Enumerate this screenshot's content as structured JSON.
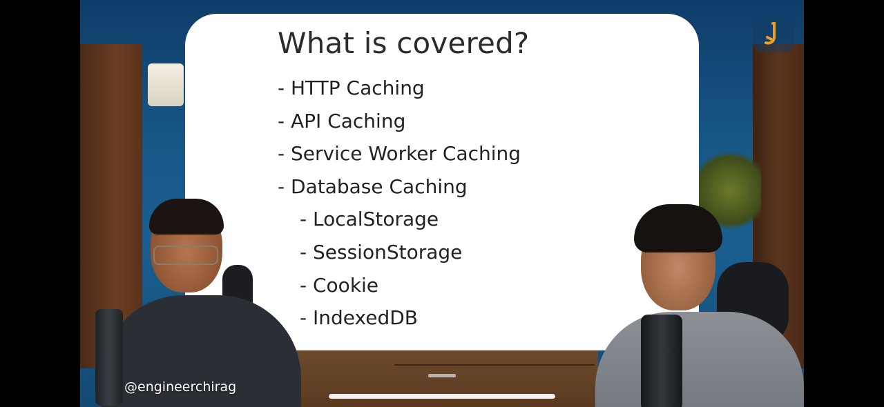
{
  "slide": {
    "title": "What is covered?",
    "items": [
      {
        "text": "- HTTP Caching",
        "level": 0
      },
      {
        "text": "- API Caching",
        "level": 0
      },
      {
        "text": "- Service Worker Caching",
        "level": 0
      },
      {
        "text": "- Database Caching",
        "level": 0
      },
      {
        "text": "- LocalStorage",
        "level": 1
      },
      {
        "text": "- SessionStorage",
        "level": 1
      },
      {
        "text": "- Cookie",
        "level": 1
      },
      {
        "text": "- IndexedDB",
        "level": 1
      }
    ]
  },
  "overlay": {
    "handle": "@engineerchirag"
  },
  "icons": {
    "logo": "channel-logo-icon"
  },
  "colors": {
    "wall_blue": "#175786",
    "slide_bg": "#ffffff",
    "text": "#222222",
    "logo_orange": "#f0a020"
  }
}
